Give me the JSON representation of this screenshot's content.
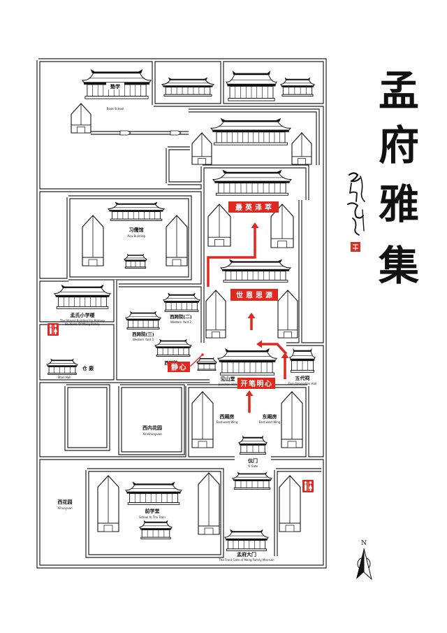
{
  "title_chars": [
    "孟",
    "府",
    "雅",
    "集"
  ],
  "north_label": "N",
  "labels": {
    "book_school": {
      "zh": "塾学",
      "en": "Book School"
    },
    "xiru_building": {
      "zh": "习儒馆",
      "en": "Xiru Building"
    },
    "primary_school": {
      "zh": "孟氏小学楼",
      "en_line1": "The Shared Building For Primary",
      "en_line2": "Students Of Meng Family"
    },
    "western_yard_2": {
      "zh": "西跨院(二)",
      "en": "Western Yard 2"
    },
    "western_yard_3": {
      "zh": "西跨院(三)",
      "en": "Western Yard 3"
    },
    "western_yard": {
      "zh": "西跨院"
    },
    "granary": {
      "zh": "仓 廒",
      "en": "Shan Hall"
    },
    "jianshan_hall": {
      "zh": "见山堂",
      "en": "Jianshan Hall"
    },
    "five_generation_hall": {
      "zh": "五代祠",
      "en": "Five Generation Hall"
    },
    "west_wing": {
      "zh": "西厢房",
      "en": "East-west Wing"
    },
    "east_wing": {
      "zh": "东厢房",
      "en": "East-west Wing"
    },
    "inner_west_garden": {
      "zh": "西内花园",
      "en": "Xineihuayuan"
    },
    "yi_gate": {
      "zh": "仪门",
      "en": "Yi Gate"
    },
    "west_garden": {
      "zh": "西花园",
      "en": "Xihuayuan"
    },
    "front_school": {
      "zh": "前学堂",
      "en": "School In The Train"
    },
    "front_gate": {
      "zh": "孟府大门",
      "en": "The Front Gate of Meng Family Mansion"
    }
  },
  "route_labels": [
    "最英泽萃",
    "世恩思源",
    "静心",
    "开笔明心"
  ],
  "colors": {
    "route": "#e0281e",
    "ink": "#111111",
    "background": "#ffffff",
    "seal": "#c8372d"
  },
  "icons": {
    "restroom": "restroom-icon",
    "north": "north-arrow-icon",
    "seal": "seal-icon"
  }
}
